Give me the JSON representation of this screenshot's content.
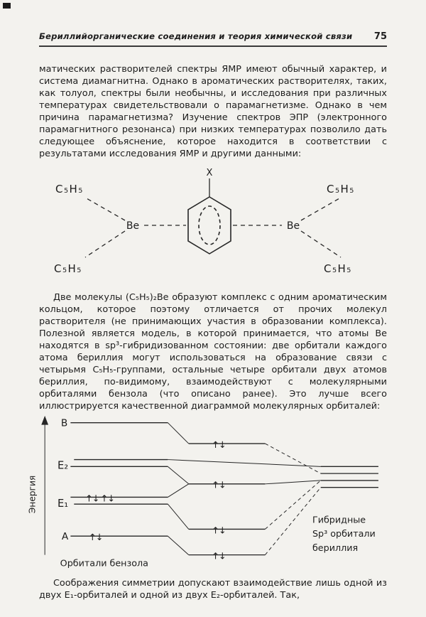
{
  "header": {
    "title": "Бериллийорганические соединения и теория химической связи",
    "page_number": "75"
  },
  "paragraphs": {
    "p1": "матических растворителей спектры ЯМР имеют обычный характер, и система диамагнитна. Однако в ароматических растворителях, таких, как толуол, спектры были необычны, и исследования при различных температурах свидетельствовали о парамагнетизме. Однако в чем причина парамагнетизма? Изучение спектров ЭПР (электронного парамагнитного резонанса) при низких температурах позволило дать следующее объяснение, которое находится в соответствии с результатами исследования ЯМР и другими данными:",
    "p2": "Две молекулы (C₅H₅)₂Be образуют комплекс с одним ароматическим кольцом, которое поэтому отличается от прочих молекул растворителя (не принимающих участия в образовании комплекса). Полезной является модель, в которой принимается, что атомы Be находятся в sp³-гибридизованном состоянии: две орбитали каждого атома бериллия могут использоваться на образование связи с четырьмя C₅H₅-группами, остальные четыре орбитали двух атомов бериллия, по-видимому, взаимодействуют с молекулярными орбиталями бензола (что описано ранее). Это лучше всего иллюстрируется качественной диаграммой молекулярных орбиталей:",
    "p3": "Соображения симметрии допускают взаимодействие лишь одной из двух E₁-орбиталей и одной из двух E₂-орбиталей. Так,"
  },
  "structure_diagram": {
    "top_substituent": "X",
    "left_atom": "Be",
    "right_atom": "Be",
    "group_top_left": "C₅H₅",
    "group_bottom_left": "C₅H₅",
    "group_top_right": "C₅H₅",
    "group_bottom_right": "C₅H₅"
  },
  "energy_diagram": {
    "axis_label": "Энергия",
    "level_b": "B",
    "level_e2": "E₂",
    "level_e1": "E₁",
    "level_a": "A",
    "electron_pair": "↑↓",
    "left_caption": "Орбитали бензола",
    "right_caption_line1": "Гибридные",
    "right_caption_line2": "Sp³ орбитали",
    "right_caption_line3": "бериллия"
  }
}
